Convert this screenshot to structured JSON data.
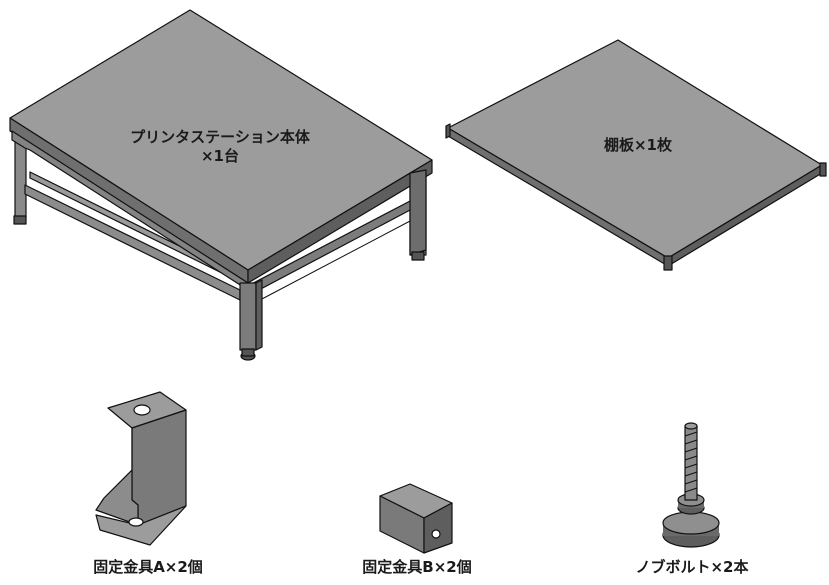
{
  "station": {
    "label_line1": "プリンタステーション本体",
    "label_line2": "×1台"
  },
  "shelf": {
    "label": "棚板×1枚"
  },
  "bracket_a": {
    "label": "固定金具A×2個"
  },
  "bracket_b": {
    "label": "固定金具B×2個"
  },
  "bolt": {
    "label": "ノブボルト×2本"
  },
  "colors": {
    "fill_light": "#9a9a9a",
    "fill_mid": "#7a7a7a",
    "fill_dark": "#5e5e5e",
    "line": "#111111",
    "label": "#1a1a1a"
  }
}
